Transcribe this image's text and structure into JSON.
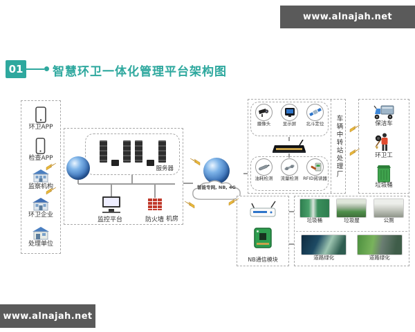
{
  "branding": {
    "top_url": "www.alnajah.net",
    "bottom_url": "www.alnajah.net"
  },
  "title": {
    "number": "01",
    "text": "智慧环卫一体化管理平台架构图"
  },
  "colors": {
    "accent": "#2ea89e",
    "bar_bg": "#5a5a5a",
    "firewall_red": "#c0392b",
    "bin_green": "#3fa34d"
  },
  "left_panel": {
    "items": [
      {
        "label": "环卫APP",
        "icon": "tablet-icon"
      },
      {
        "label": "检查APP",
        "icon": "phone-icon"
      },
      {
        "label": "监察机构",
        "icon": "building-icon"
      },
      {
        "label": "环卫企业",
        "icon": "building-icon"
      },
      {
        "label": "处理单位",
        "icon": "building-icon"
      }
    ]
  },
  "machine_room": {
    "servers_label": "服务器",
    "monitor_label": "监控平台",
    "firewall_label": "防火墙",
    "room_label": "机房"
  },
  "network_cloud": {
    "label": "智能专网, NB, 4G"
  },
  "vehicle_station_box": {
    "top_items": [
      "摄像头",
      "显示屏",
      "北斗定位"
    ],
    "bottom_items": [
      "油耗检测",
      "流量检测",
      "RFID阅读器"
    ],
    "side_label": "车辆中转站处理厂"
  },
  "right_panel": {
    "items": [
      {
        "label": "保洁车",
        "icon": "cleaning-tricycle-icon"
      },
      {
        "label": "环卫工",
        "icon": "sanitation-worker-icon"
      },
      {
        "label": "垃圾桶",
        "icon": "trash-bin-icon"
      }
    ]
  },
  "nb_box": {
    "label": "NB通信模块"
  },
  "facility_box": {
    "top_items": [
      "垃圾桶",
      "垃圾屋",
      "公厕"
    ],
    "bottom_items": [
      "道路绿化",
      "道路绿化"
    ]
  }
}
